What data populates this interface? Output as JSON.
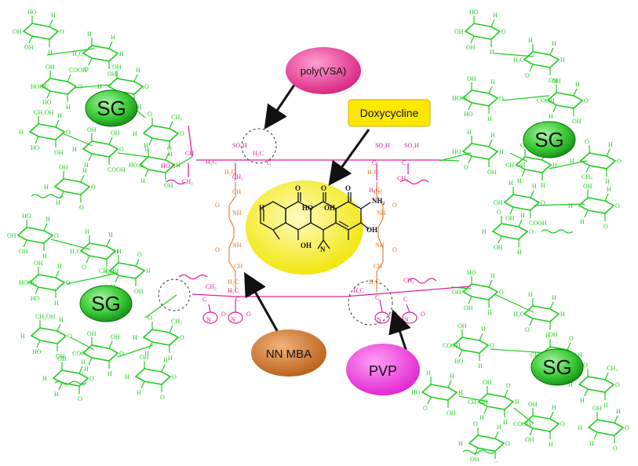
{
  "colors": {
    "sugar": "#22cc22",
    "sg_fill": "#2ec62e",
    "crosslinker": "#e07a2a",
    "vsa_chain": "#e0209a",
    "drug_bg": "#f4ef1e",
    "poly_vsa_fill": "#e62e8c",
    "pvp_fill": "#ee33dd",
    "nnmba_fill": "#cc6b22",
    "doxy_box": "#ffe800",
    "arrow": "#111111",
    "dash_circle": "#333333"
  },
  "labels": {
    "poly_vsa": "poly(VSA)",
    "doxycycline": "Doxycycline",
    "nn_mba": "NN MBA",
    "pvp": "PVP",
    "sg": "SG"
  },
  "chem": {
    "so3h": "SO₃H",
    "h2c": "H₂C",
    "ch2": "CH₂",
    "ch": "CH",
    "c": "C",
    "cooh": "COOH",
    "coo": "COO",
    "hooc": "HOOC",
    "oh": "OH",
    "ho": "HO",
    "h": "H",
    "o": "O",
    "nh": "NH",
    "n": "N",
    "nh2": "NH₂",
    "ch2oh": "CH₂OH",
    "ch3": "CH₃",
    "h3c": "H₃C",
    "ho3s": "HO₃S"
  }
}
